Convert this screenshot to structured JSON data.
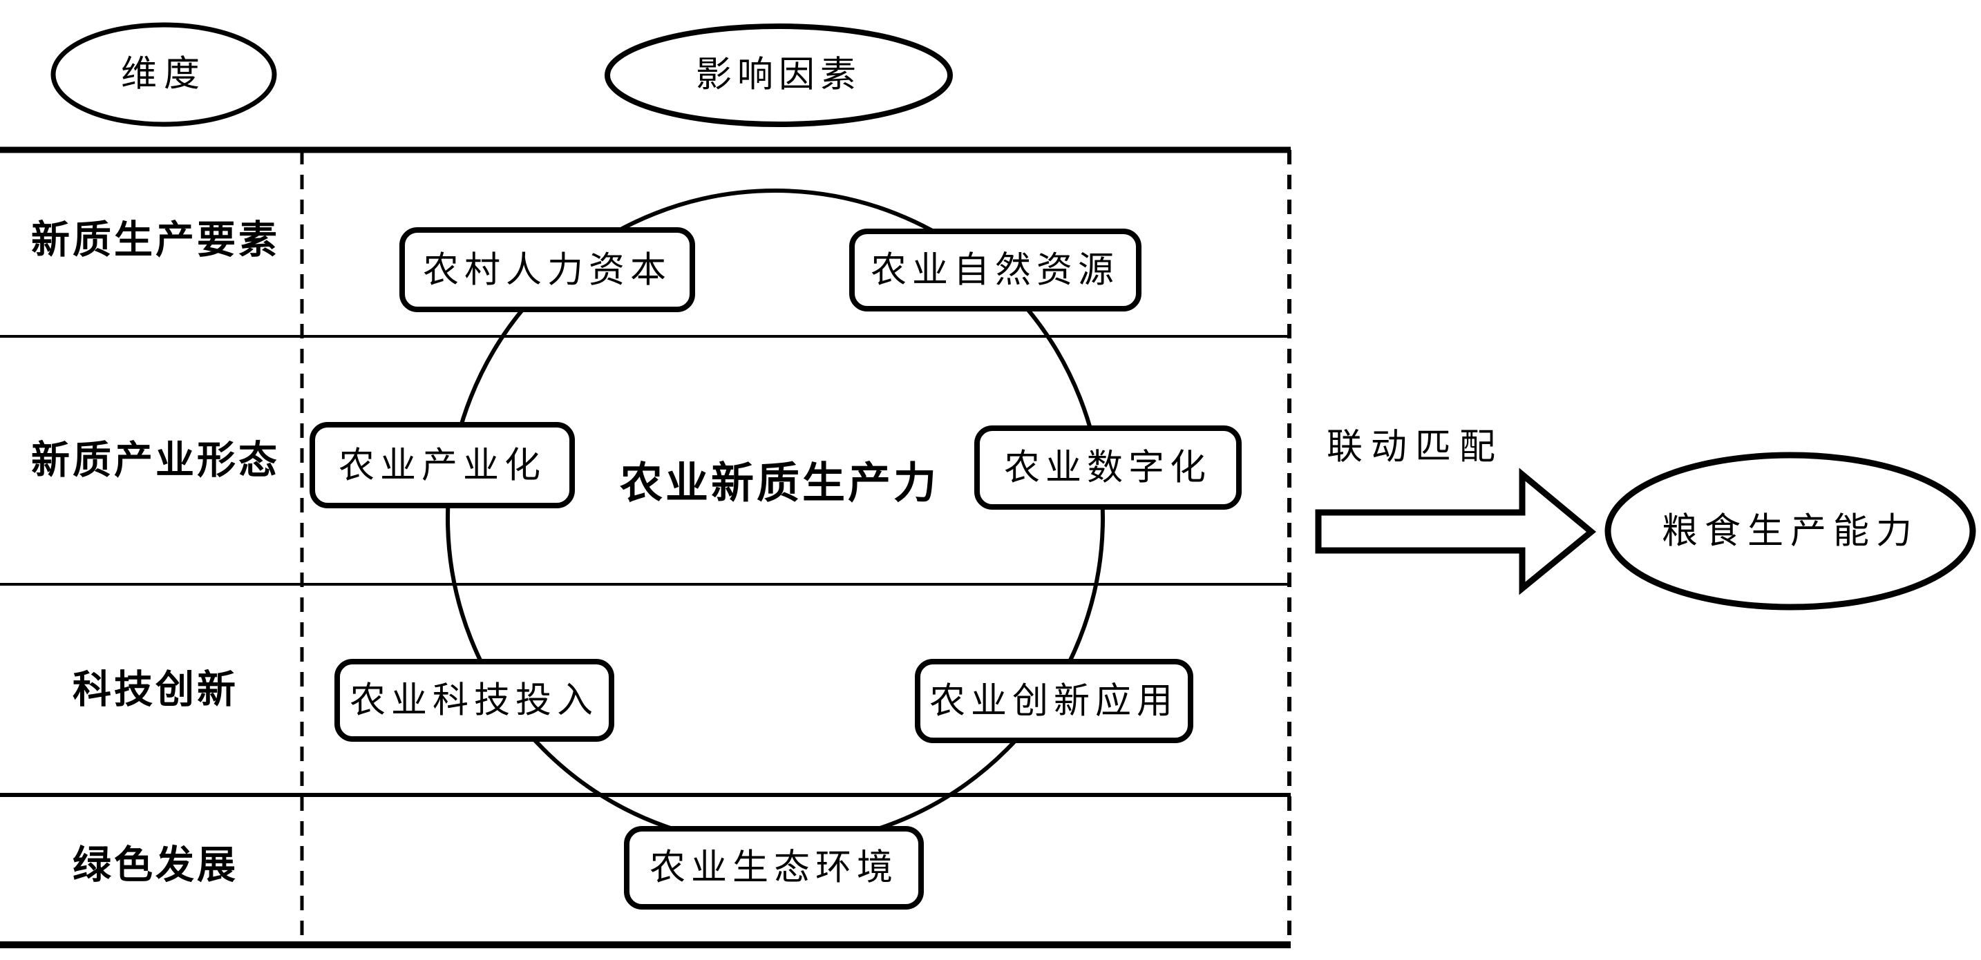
{
  "diagram": {
    "title_bubbles": {
      "dimension": "维度",
      "factors": "影响因素"
    },
    "table": {
      "rows": [
        {
          "label": "新质生产要素"
        },
        {
          "label": "新质产业形态"
        },
        {
          "label": "科技创新"
        },
        {
          "label": "绿色发展"
        }
      ]
    },
    "core_label": "农业新质生产力",
    "factor_boxes": [
      "农村人力资本",
      "农业自然资源",
      "农业产业化",
      "农业数字化",
      "农业科技投入",
      "农业创新应用",
      "农业生态环境"
    ],
    "arrow_label": "联动匹配",
    "outcome_bubble": "粮食生产能力",
    "colors": {
      "ink": "#000000",
      "paper": "#ffffff"
    }
  }
}
